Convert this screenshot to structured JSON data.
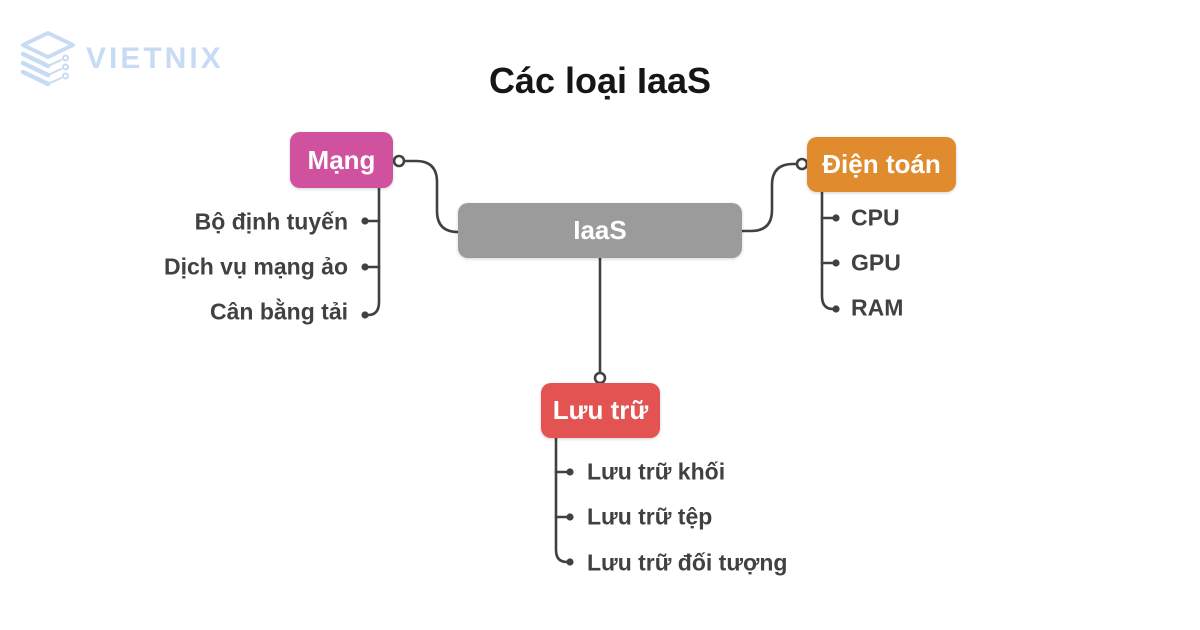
{
  "colors": {
    "background": "#ffffff",
    "title": "#161616",
    "line": "#414141",
    "label": "#414141",
    "node-text": "#ffffff",
    "network": "#d0519e",
    "compute": "#df8b2e",
    "storage": "#e25352",
    "root": "#9b9b9b",
    "logo": "#c7dbf4"
  },
  "logo": {
    "text": "VIETNIX"
  },
  "title": {
    "text": "Các loại IaaS"
  },
  "diagram": {
    "root": {
      "label": "IaaS"
    },
    "branches": [
      {
        "label": "Mạng",
        "children": [
          "Bộ định tuyến",
          "Dịch vụ mạng ảo",
          "Cân bằng tải"
        ]
      },
      {
        "label": "Điện toán",
        "children": [
          "CPU",
          "GPU",
          "RAM"
        ]
      },
      {
        "label": "Lưu trữ",
        "children": [
          "Lưu trữ khối",
          "Lưu trữ tệp",
          "Lưu trữ đối tượng"
        ]
      }
    ]
  }
}
